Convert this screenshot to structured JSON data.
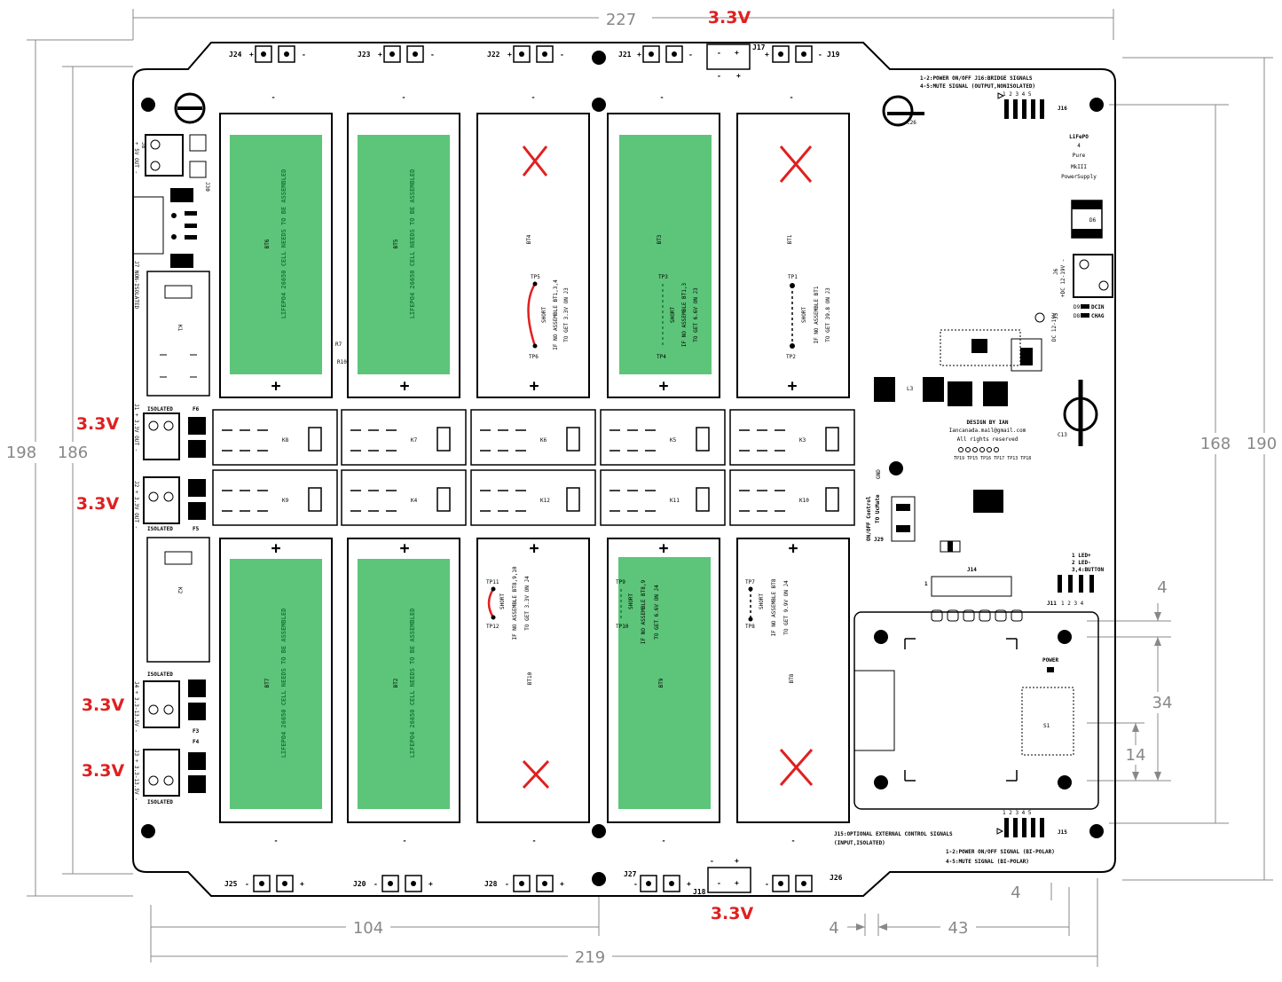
{
  "dimensions": {
    "top_width": "227",
    "bottom_width": "219",
    "left_outer": "198",
    "left_inner": "186",
    "right_inner": "168",
    "right_outer": "190",
    "bottom_left": "104",
    "bottom_gap": "4",
    "bottom_right": "43",
    "right_small_4_top": "4",
    "right_34": "34",
    "right_14": "14",
    "bottom_small_4": "4"
  },
  "voltage_labels": {
    "top": "3.3V",
    "bottom": "3.3V",
    "j1": "3.3V",
    "j2": "3.3V",
    "j4": "3.3V",
    "j3": "3.3V"
  },
  "connectors_top": [
    {
      "name": "J24",
      "left": "+",
      "right": "-"
    },
    {
      "name": "J23",
      "left": "+",
      "right": "-"
    },
    {
      "name": "J22",
      "left": "+",
      "right": "-"
    },
    {
      "name": "J21",
      "left": "+",
      "right": ""
    },
    {
      "name": "J19",
      "left": "+",
      "right": "-"
    }
  ],
  "connectors_bottom": [
    {
      "name": "J25",
      "left": "-",
      "right": "+"
    },
    {
      "name": "J20",
      "left": "-",
      "right": "+"
    },
    {
      "name": "J28",
      "left": "-",
      "right": "+"
    },
    {
      "name": "J27",
      "left": "-",
      "right": "+"
    },
    {
      "name": "J26",
      "left": "-",
      "right": ""
    }
  ],
  "j17": {
    "name": "J17",
    "minus": "-",
    "plus": "+"
  },
  "j18": {
    "name": "J18",
    "minus": "-",
    "plus": "+"
  },
  "batteries_top": [
    {
      "id": "BT6",
      "note": "LIFEPO4 26650 CELL NEEDS TO BE ASSEMBLED",
      "filled": true
    },
    {
      "id": "BT5",
      "note": "LIFEPO4 26650 CELL NEEDS TO BE ASSEMBLED",
      "filled": true
    },
    {
      "id": "BT4",
      "tp_top": "TP5",
      "tp_bottom": "TP6",
      "short": "SHORT",
      "line1": "IF NO ASSEMBLE BT1,3,4",
      "line2": "TO GET 3.3V ON J3",
      "filled": false
    },
    {
      "id": "BT3",
      "tp_top": "TP3",
      "tp_bottom": "TP4",
      "short": "SHORT",
      "line1": "IF NO ASSEMBLE BT1,3",
      "line2": "TO GET 6.6V ON J3",
      "filled": true
    },
    {
      "id": "BT1",
      "tp_top": "TP1",
      "tp_bottom": "TP2",
      "short": "SHORT",
      "line1": "IF NO ASSEMBLE BT1",
      "line2": "TO GET 39.8 ON J3",
      "filled": false
    }
  ],
  "batteries_bottom": [
    {
      "id": "BT7",
      "note": "LIFEPO4 26650 CELL NEEDS TO BE ASSEMBLED",
      "filled": true
    },
    {
      "id": "BT2",
      "note": "LIFEPO4 26650 CELL NEEDS TO BE ASSEMBLED",
      "filled": true
    },
    {
      "id": "BT10",
      "tp_top": "TP11",
      "tp_bottom": "TP12",
      "short": "SHORT",
      "line1": "IF NO ASSEMBLE BT8,9,10",
      "line2": "TO GET 3.3V ON J4",
      "filled": false
    },
    {
      "id": "BT9",
      "tp_top": "TP9",
      "tp_bottom": "TP10",
      "short": "SHORT",
      "line1": "IF NO ASSEMBLE BT8,9",
      "line2": "TO GET 6.6V ON J4",
      "filled": true
    },
    {
      "id": "BT8",
      "tp_top": "TP7",
      "tp_bottom": "TP8",
      "short": "SHORT",
      "line1": "IF NO ASSEMBLE BT8",
      "line2": "TO GET 9.9V ON J4",
      "filled": false
    }
  ],
  "relays_row1": [
    "K8",
    "K7",
    "K6",
    "K5",
    "K3"
  ],
  "relays_row2": [
    "K9",
    "K4",
    "K12",
    "K11",
    "K10"
  ],
  "left_side": {
    "j8": "J8",
    "j8_label": "+ 5V OUT -",
    "j30": "J30",
    "j7": "J7 NON-ISOLATED",
    "k1": "K1",
    "k2": "K2",
    "j1": "J1 + 3.3V OUT -",
    "j2": "J2 + 3.3V OUT -",
    "j4": "J4 + 3.3-13.5V -",
    "j3": "J3 + 3.3-13.5V -",
    "isolated": "ISOLATED",
    "f6": "F6",
    "f5": "F5",
    "f3": "F3",
    "f4": "F4",
    "r7": "R7",
    "r10": "R10"
  },
  "right_side": {
    "j16_desc_1": "1-2:POWER ON/OFF  J16:BRIDGE SIGNALS",
    "j16_desc_2": "4-5:MUTE SIGNAL  (OUTPUT,NONISOLATED)",
    "j16": "J16",
    "j16_pins": "1 2 3 4 5",
    "product_1": "LiFePO",
    "product_2": "4",
    "product_3": "Pure",
    "product_4": "MkIII",
    "product_5": "PowerSupply",
    "c26": "C26",
    "d6": "D6",
    "j6": "J6",
    "j6_label": "+DC 12-19V -",
    "j5": "J5",
    "j5_label": "DC 12-19V",
    "dcin": "DCIN",
    "chag": "CHAG",
    "d9": "D9",
    "d8": "D8",
    "l3": "L3",
    "c13": "C13",
    "design_1": "DESIGN BY IAN",
    "design_2": "Iancanada.mail@gmail.com",
    "design_3": "All rights reserved",
    "tp_row": "TP19 TP15 TP16 TP17 TP13 TP18",
    "gnd": "GND",
    "onoff_1": "ON/OFF Control",
    "onoff_2": "TO UcMate",
    "j29": "J29",
    "j14": "J14",
    "j14_pin": "1",
    "led_1": "1 LED+",
    "led_2": "2 LED-",
    "led_3": "3,4:BUTTON",
    "j11": "J11",
    "j11_pins": "1 2 3 4",
    "power": "POWER",
    "s1": "S1",
    "j15_desc_1": "J15:OPTIONAL EXTERNAL CONTROL SIGNALS",
    "j15_desc_2": "(INPUT,ISOLATED)",
    "j15": "J15",
    "j15_pins": "1 2 3 4 5",
    "j15_sig_1": "1-2:POWER ON/OFF SIGNAL (BI-POLAR)",
    "j15_sig_2": "4-5:MUTE SIGNAL (BI-POLAR)"
  },
  "colors": {
    "cell_fill": "#5cc57a",
    "cell_text": "#1a7a3a",
    "marker_red": "#e02020",
    "dimension_gray": "#888888",
    "outline": "#000000"
  }
}
